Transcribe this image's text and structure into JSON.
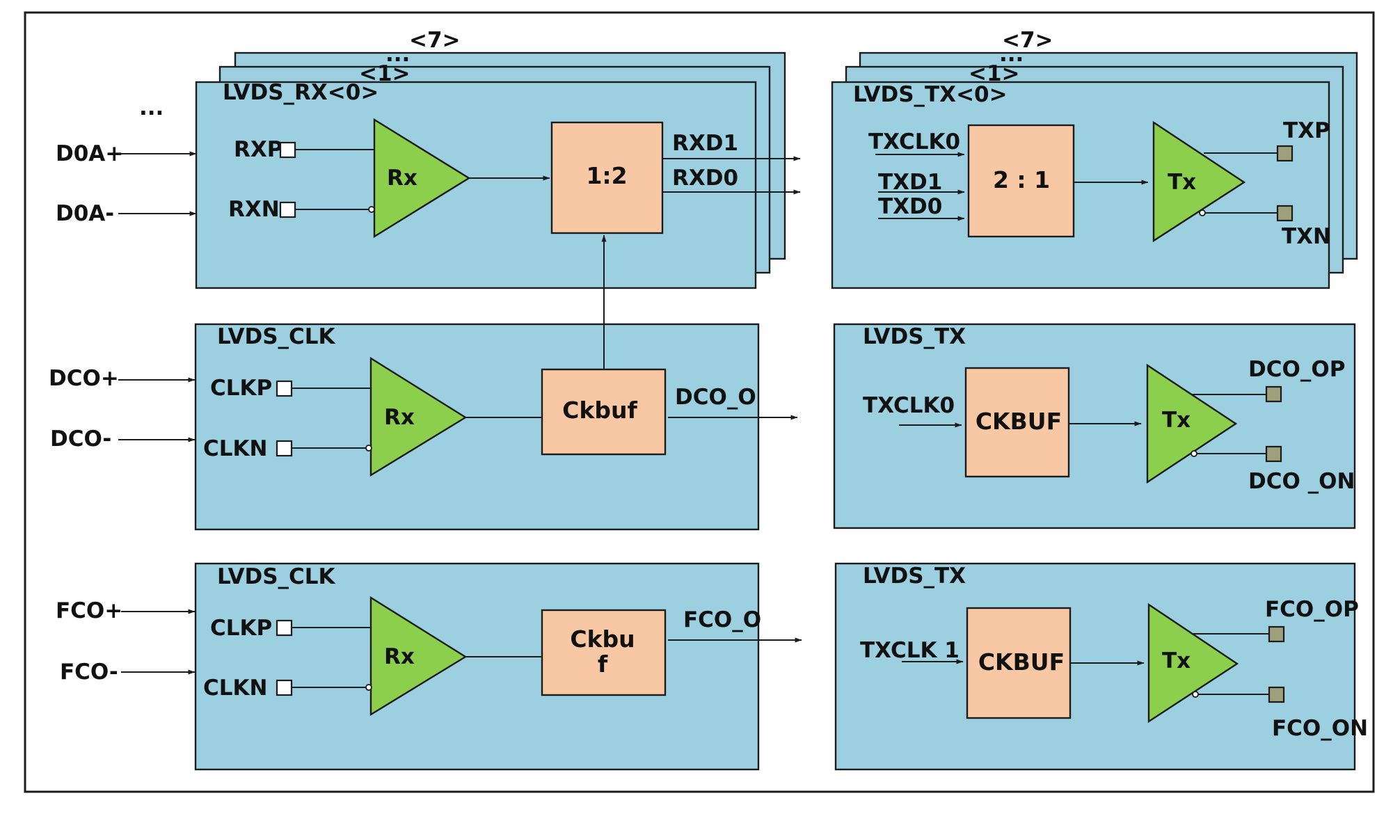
{
  "inputs": {
    "d0a_plus": "D0A+",
    "d0a_minus": "D0A-",
    "dco_plus": "DCO+",
    "dco_minus": "DCO-",
    "fco_plus": "FCO+",
    "fco_minus": "FCO-",
    "ellipsis": "..."
  },
  "rx_block": {
    "title": "LVDS_RX<0>",
    "stack_1": "<1>",
    "stack_7": "<7>",
    "ellipsis": "...",
    "rxp": "RXP",
    "rxn": "RXN",
    "amp": "Rx",
    "deser": "1:2",
    "rxd1": "RXD1",
    "rxd0": "RXD0"
  },
  "tx_block": {
    "title": "LVDS_TX<0>",
    "stack_1": "<1>",
    "stack_7": "<7>",
    "ellipsis": "...",
    "txclk0": "TXCLK0",
    "txd1": "TXD1",
    "txd0": "TXD0",
    "ser": "2 : 1",
    "amp": "Tx",
    "txp": "TXP",
    "txn": "TXN"
  },
  "dco_clk_block": {
    "title": "LVDS_CLK",
    "clkp": "CLKP",
    "clkn": "CLKN",
    "amp": "Rx",
    "buf": "Ckbuf",
    "out": "DCO_O"
  },
  "dco_tx_block": {
    "title": "LVDS_TX",
    "in": "TXCLK0",
    "buf": "CKBUF",
    "amp": "Tx",
    "op": "DCO_OP",
    "on": "DCO _ON"
  },
  "fco_clk_block": {
    "title": "LVDS_CLK",
    "clkp": "CLKP",
    "clkn": "CLKN",
    "amp": "Rx",
    "buf_line1": "Ckbu",
    "buf_line2": "f",
    "out": "FCO_O"
  },
  "fco_tx_block": {
    "title": "LVDS_TX",
    "in": "TXCLK 1",
    "buf": "CKBUF",
    "amp": "Tx",
    "op": "FCO_OP",
    "on": "FCO_ON"
  }
}
